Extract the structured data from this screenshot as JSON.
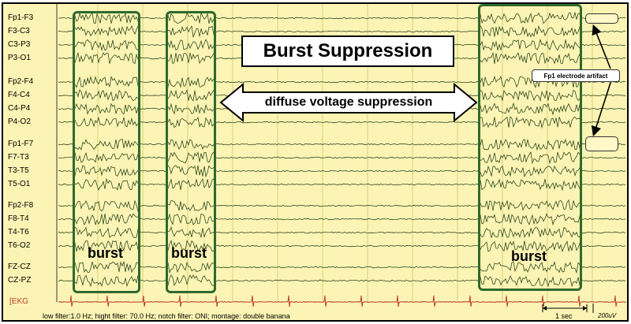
{
  "title": "Burst Suppression",
  "suppression_label": "diffuse voltage suppression",
  "burst_label": "burst",
  "artifact_label": "Fp1 electrode artifact",
  "ekg_label": "[EKG",
  "footer": "low filter:1.0 Hz; hight filter: 70.0 Hz; notch filter: ONI; montage: double banana",
  "scale_time": "1 sec",
  "scale_amplitude": "200uV",
  "channels": [
    "Fp1-F3",
    "F3-C3",
    "C3-P3",
    "P3-O1",
    "Fp2-F4",
    "F4-C4",
    "C4-P4",
    "P4-O2",
    "Fp1-F7",
    "F7-T3",
    "T3-T5",
    "T5-O1",
    "Fp2-F8",
    "F8-T4",
    "T4-T6",
    "T6-O2",
    "FZ-CZ",
    "CZ-PZ"
  ],
  "colors": {
    "background": "#fbf4b4",
    "burst_box": "#2e6a2e",
    "trace": "#2f4a1f",
    "ekg": "#c0392b",
    "grid": "#d8d27a"
  }
}
